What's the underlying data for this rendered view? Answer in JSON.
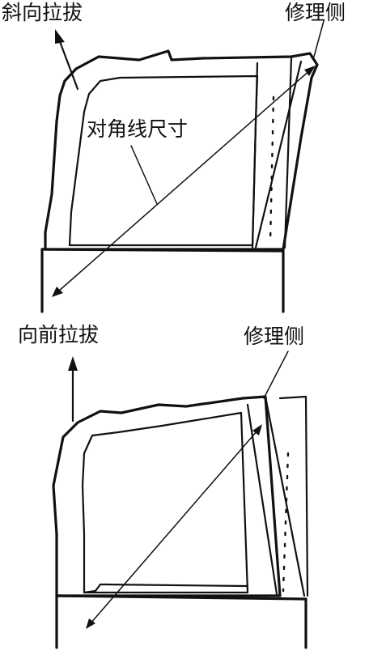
{
  "labels": {
    "top_left": "斜向拉拔",
    "top_right": "修理侧",
    "diagonal": "对角线尺寸",
    "bottom_left": "向前拉拔",
    "bottom_right": "修理侧"
  },
  "colors": {
    "ink": "#111111",
    "background": "#ffffff"
  }
}
